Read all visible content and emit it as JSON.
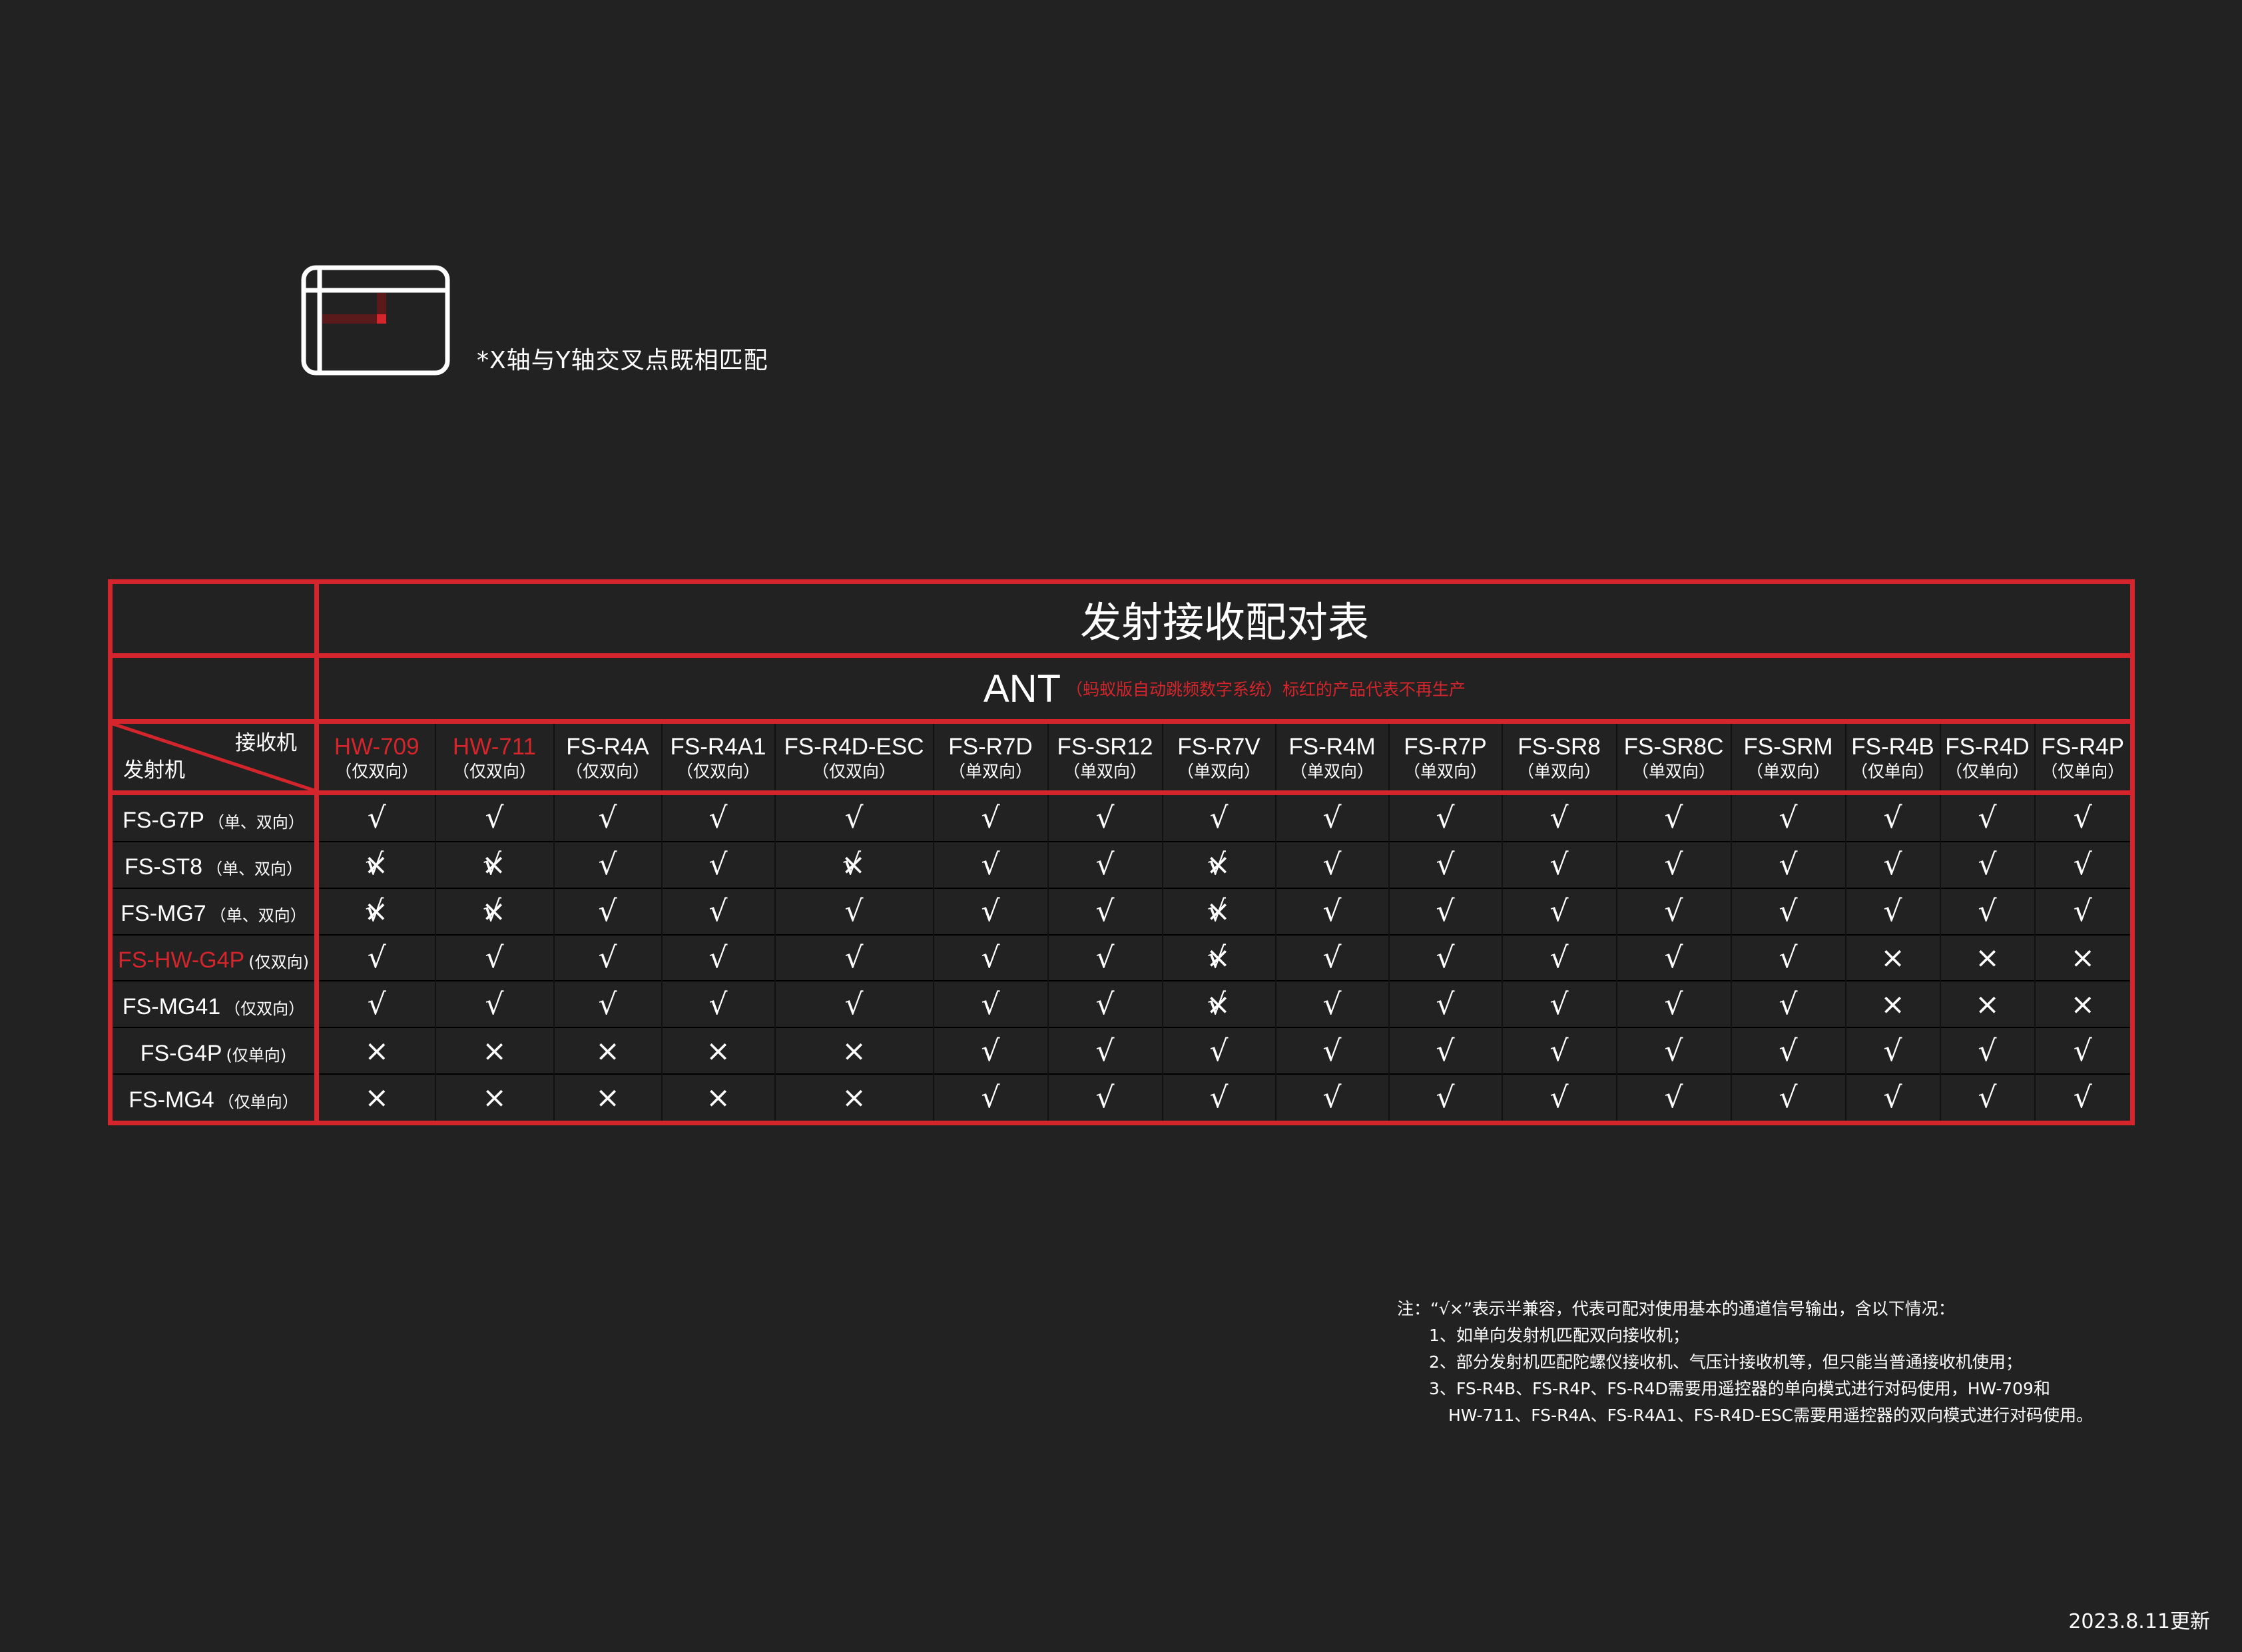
{
  "legend": {
    "text": "*X轴与Y轴交叉点既相匹配",
    "icon": "matrix-intersection-icon",
    "accent": "#d3252b"
  },
  "table": {
    "title": "发射接收配对表",
    "ant_label": "ANT",
    "ant_note": "（蚂蚁版自动跳频数字系统）标红的产品代表不再生产",
    "corner_receiver": "接收机",
    "corner_transmitter": "发射机",
    "border_color": "#d3252b",
    "receivers": [
      {
        "name": "HW-709",
        "mode": "（仅双向）",
        "discontinued": true
      },
      {
        "name": "HW-711",
        "mode": "（仅双向）",
        "discontinued": true
      },
      {
        "name": "FS-R4A",
        "mode": "（仅双向）",
        "discontinued": false
      },
      {
        "name": "FS-R4A1",
        "mode": "（仅双向）",
        "discontinued": false
      },
      {
        "name": "FS-R4D-ESC",
        "mode": "（仅双向）",
        "discontinued": false
      },
      {
        "name": "FS-R7D",
        "mode": "（单双向）",
        "discontinued": false
      },
      {
        "name": "FS-SR12",
        "mode": "（单双向）",
        "discontinued": false
      },
      {
        "name": "FS-R7V",
        "mode": "（单双向）",
        "discontinued": false
      },
      {
        "name": "FS-R4M",
        "mode": "（单双向）",
        "discontinued": false
      },
      {
        "name": "FS-R7P",
        "mode": "（单双向）",
        "discontinued": false
      },
      {
        "name": "FS-SR8",
        "mode": "（单双向）",
        "discontinued": false
      },
      {
        "name": "FS-SR8C",
        "mode": "（单双向）",
        "discontinued": false
      },
      {
        "name": "FS-SRM",
        "mode": "（单双向）",
        "discontinued": false
      },
      {
        "name": "FS-R4B",
        "mode": "（仅单向）",
        "discontinued": false
      },
      {
        "name": "FS-R4D",
        "mode": "（仅单向）",
        "discontinued": false
      },
      {
        "name": "FS-R4P",
        "mode": "（仅单向）",
        "discontinued": false
      }
    ],
    "marks": {
      "full": "√",
      "half": "√×",
      "none": "×"
    },
    "transmitters": [
      {
        "name": "FS-G7P",
        "mode": "（单、双向）",
        "discontinued": false,
        "cells": [
          "full",
          "full",
          "full",
          "full",
          "full",
          "full",
          "full",
          "full",
          "full",
          "full",
          "full",
          "full",
          "full",
          "full",
          "full",
          "full"
        ]
      },
      {
        "name": "FS-ST8",
        "mode": "（单、双向）",
        "discontinued": false,
        "cells": [
          "half",
          "half",
          "full",
          "full",
          "half",
          "full",
          "full",
          "half",
          "full",
          "full",
          "full",
          "full",
          "full",
          "full",
          "full",
          "full"
        ]
      },
      {
        "name": "FS-MG7",
        "mode": "（单、双向）",
        "discontinued": false,
        "cells": [
          "half",
          "half",
          "full",
          "full",
          "full",
          "full",
          "full",
          "half",
          "full",
          "full",
          "full",
          "full",
          "full",
          "full",
          "full",
          "full"
        ]
      },
      {
        "name": "FS-HW-G4P",
        "mode": "(仅双向)",
        "discontinued": true,
        "cells": [
          "full",
          "full",
          "full",
          "full",
          "full",
          "full",
          "full",
          "half",
          "full",
          "full",
          "full",
          "full",
          "full",
          "none",
          "none",
          "none"
        ]
      },
      {
        "name": "FS-MG41",
        "mode": "（仅双向）",
        "discontinued": false,
        "cells": [
          "full",
          "full",
          "full",
          "full",
          "full",
          "full",
          "full",
          "half",
          "full",
          "full",
          "full",
          "full",
          "full",
          "none",
          "none",
          "none"
        ]
      },
      {
        "name": "FS-G4P",
        "mode": "(仅单向)",
        "discontinued": false,
        "cells": [
          "none",
          "none",
          "none",
          "none",
          "none",
          "full",
          "full",
          "full",
          "full",
          "full",
          "full",
          "full",
          "full",
          "full",
          "full",
          "full"
        ]
      },
      {
        "name": "FS-MG4",
        "mode": "（仅单向）",
        "discontinued": false,
        "cells": [
          "none",
          "none",
          "none",
          "none",
          "none",
          "full",
          "full",
          "full",
          "full",
          "full",
          "full",
          "full",
          "full",
          "full",
          "full",
          "full"
        ]
      }
    ]
  },
  "notes": {
    "line0": "注：“√×”表示半兼容，代表可配对使用基本的通道信号输出，含以下情况：",
    "line1": "1、如单向发射机匹配双向接收机；",
    "line2": "2、部分发射机匹配陀螺仪接收机、气压计接收机等，但只能当普通接收机使用；",
    "line3": "3、FS-R4B、FS-R4P、FS-R4D需要用遥控器的单向模式进行对码使用，HW-709和",
    "line4": "HW-711、FS-R4A、FS-R4A1、FS-R4D-ESC需要用遥控器的双向模式进行对码使用。"
  },
  "updated": "2023.8.11更新"
}
